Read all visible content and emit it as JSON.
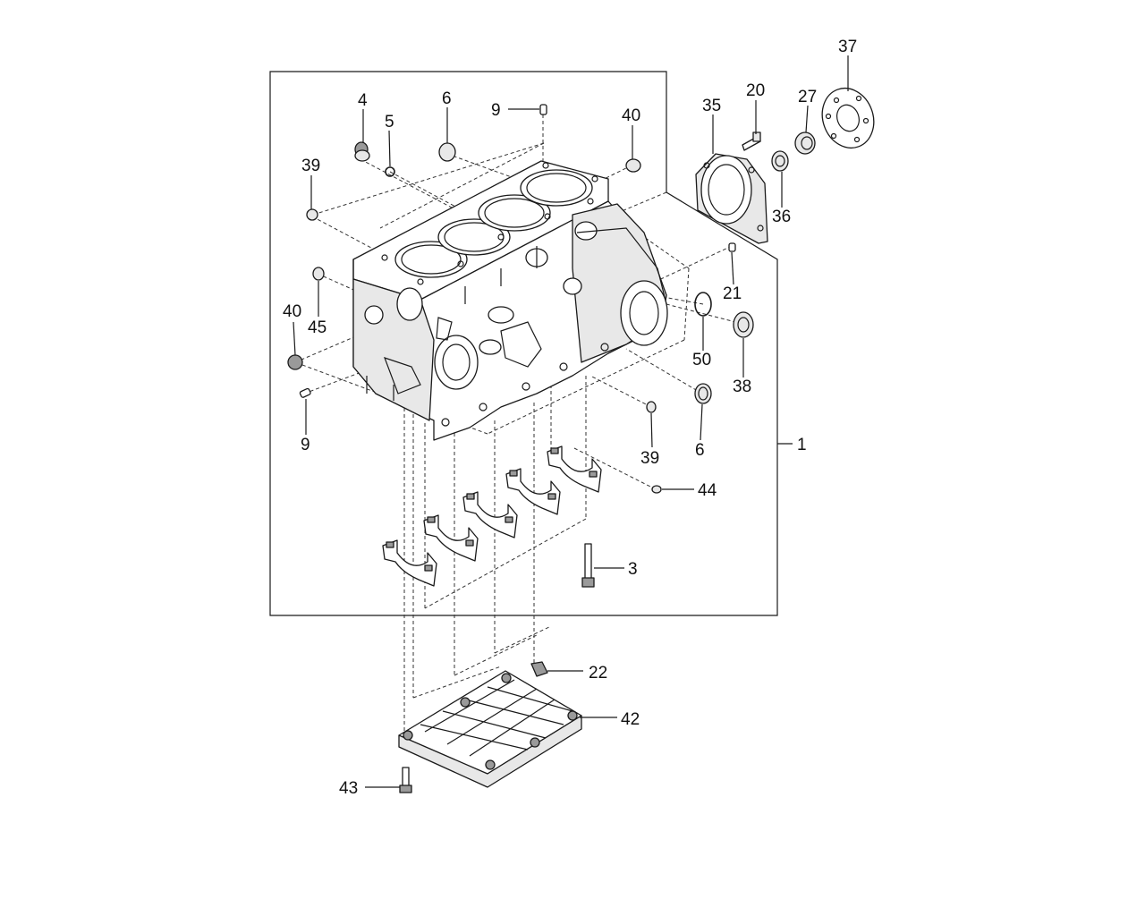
{
  "callouts": [
    {
      "id": "c37",
      "text": "37"
    },
    {
      "id": "c20",
      "text": "20"
    },
    {
      "id": "c27",
      "text": "27"
    },
    {
      "id": "c35",
      "text": "35"
    },
    {
      "id": "c36",
      "text": "36"
    },
    {
      "id": "c4",
      "text": "4"
    },
    {
      "id": "c6a",
      "text": "6"
    },
    {
      "id": "c9a",
      "text": "9"
    },
    {
      "id": "c40a",
      "text": "40"
    },
    {
      "id": "c5",
      "text": "5"
    },
    {
      "id": "c39a",
      "text": "39"
    },
    {
      "id": "c21",
      "text": "21"
    },
    {
      "id": "c40b",
      "text": "40"
    },
    {
      "id": "c45",
      "text": "45"
    },
    {
      "id": "c50",
      "text": "50"
    },
    {
      "id": "c38",
      "text": "38"
    },
    {
      "id": "c9b",
      "text": "9"
    },
    {
      "id": "c1",
      "text": "1"
    },
    {
      "id": "c39b",
      "text": "39"
    },
    {
      "id": "c6b",
      "text": "6"
    },
    {
      "id": "c44",
      "text": "44"
    },
    {
      "id": "c3",
      "text": "3"
    },
    {
      "id": "c22",
      "text": "22"
    },
    {
      "id": "c42",
      "text": "42"
    },
    {
      "id": "c43",
      "text": "43"
    }
  ]
}
